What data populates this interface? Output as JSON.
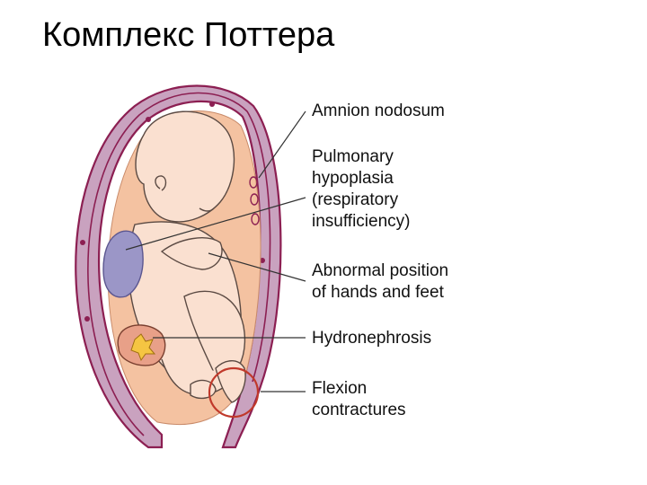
{
  "title": "Комплекс Поттера",
  "labels": {
    "amnion_nodosum": "Amnion nodosum",
    "pulmonary_hypoplasia": "Pulmonary\nhypoplasia\n(respiratory\ninsufficiency)",
    "abnormal_position": "Abnormal position\nof hands and feet",
    "hydronephrosis": "Hydronephrosis",
    "flexion_contractures": "Flexion\ncontractures"
  },
  "colors": {
    "uterine_wall": "#c9a2bf",
    "wall_outline": "#8c1f52",
    "amniotic_space": "#f4c2a1",
    "fetus_skin": "#fae0d0",
    "lung": "#9b96c7",
    "kidney": "#e8a088",
    "highlight_circle": "#c0392b"
  },
  "icons": {
    "uterus": "uterus-illustration",
    "fetus": "fetus-illustration"
  }
}
